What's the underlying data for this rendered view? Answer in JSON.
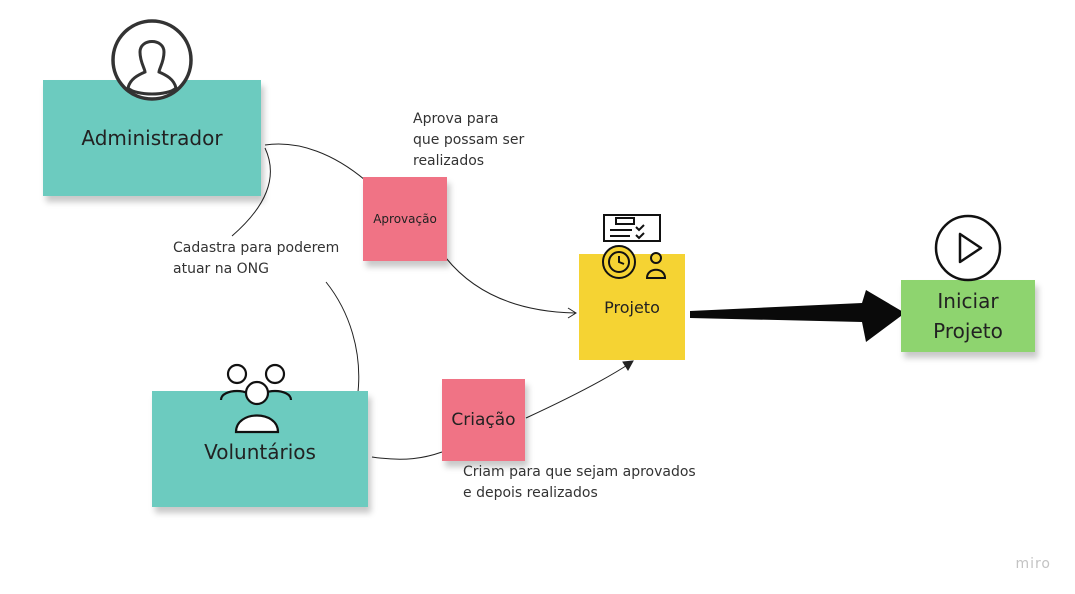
{
  "notes": {
    "administrador": "Administrador",
    "aprovacao": "Aprovação",
    "projeto": "Projeto",
    "voluntarios": "Voluntários",
    "criacao": "Criação",
    "iniciar_projeto": "Iniciar\nProjeto"
  },
  "labels": {
    "aprova": "Aprova para\nque possam ser\nrealizados",
    "cadastra": "Cadastra para poderem\natuar na ONG",
    "criam": "Criam  para que sejam aprovados\n e depois realizados"
  },
  "icons": {
    "administrador": "user-icon",
    "voluntarios": "group-icon",
    "projeto": "project-management-icon",
    "iniciar": "play-icon"
  },
  "colors": {
    "teal": "#6ccbbf",
    "pink": "#f07385",
    "yellow": "#f5d333",
    "green": "#8ed46f",
    "connector": "#222222"
  },
  "watermark": "miro"
}
